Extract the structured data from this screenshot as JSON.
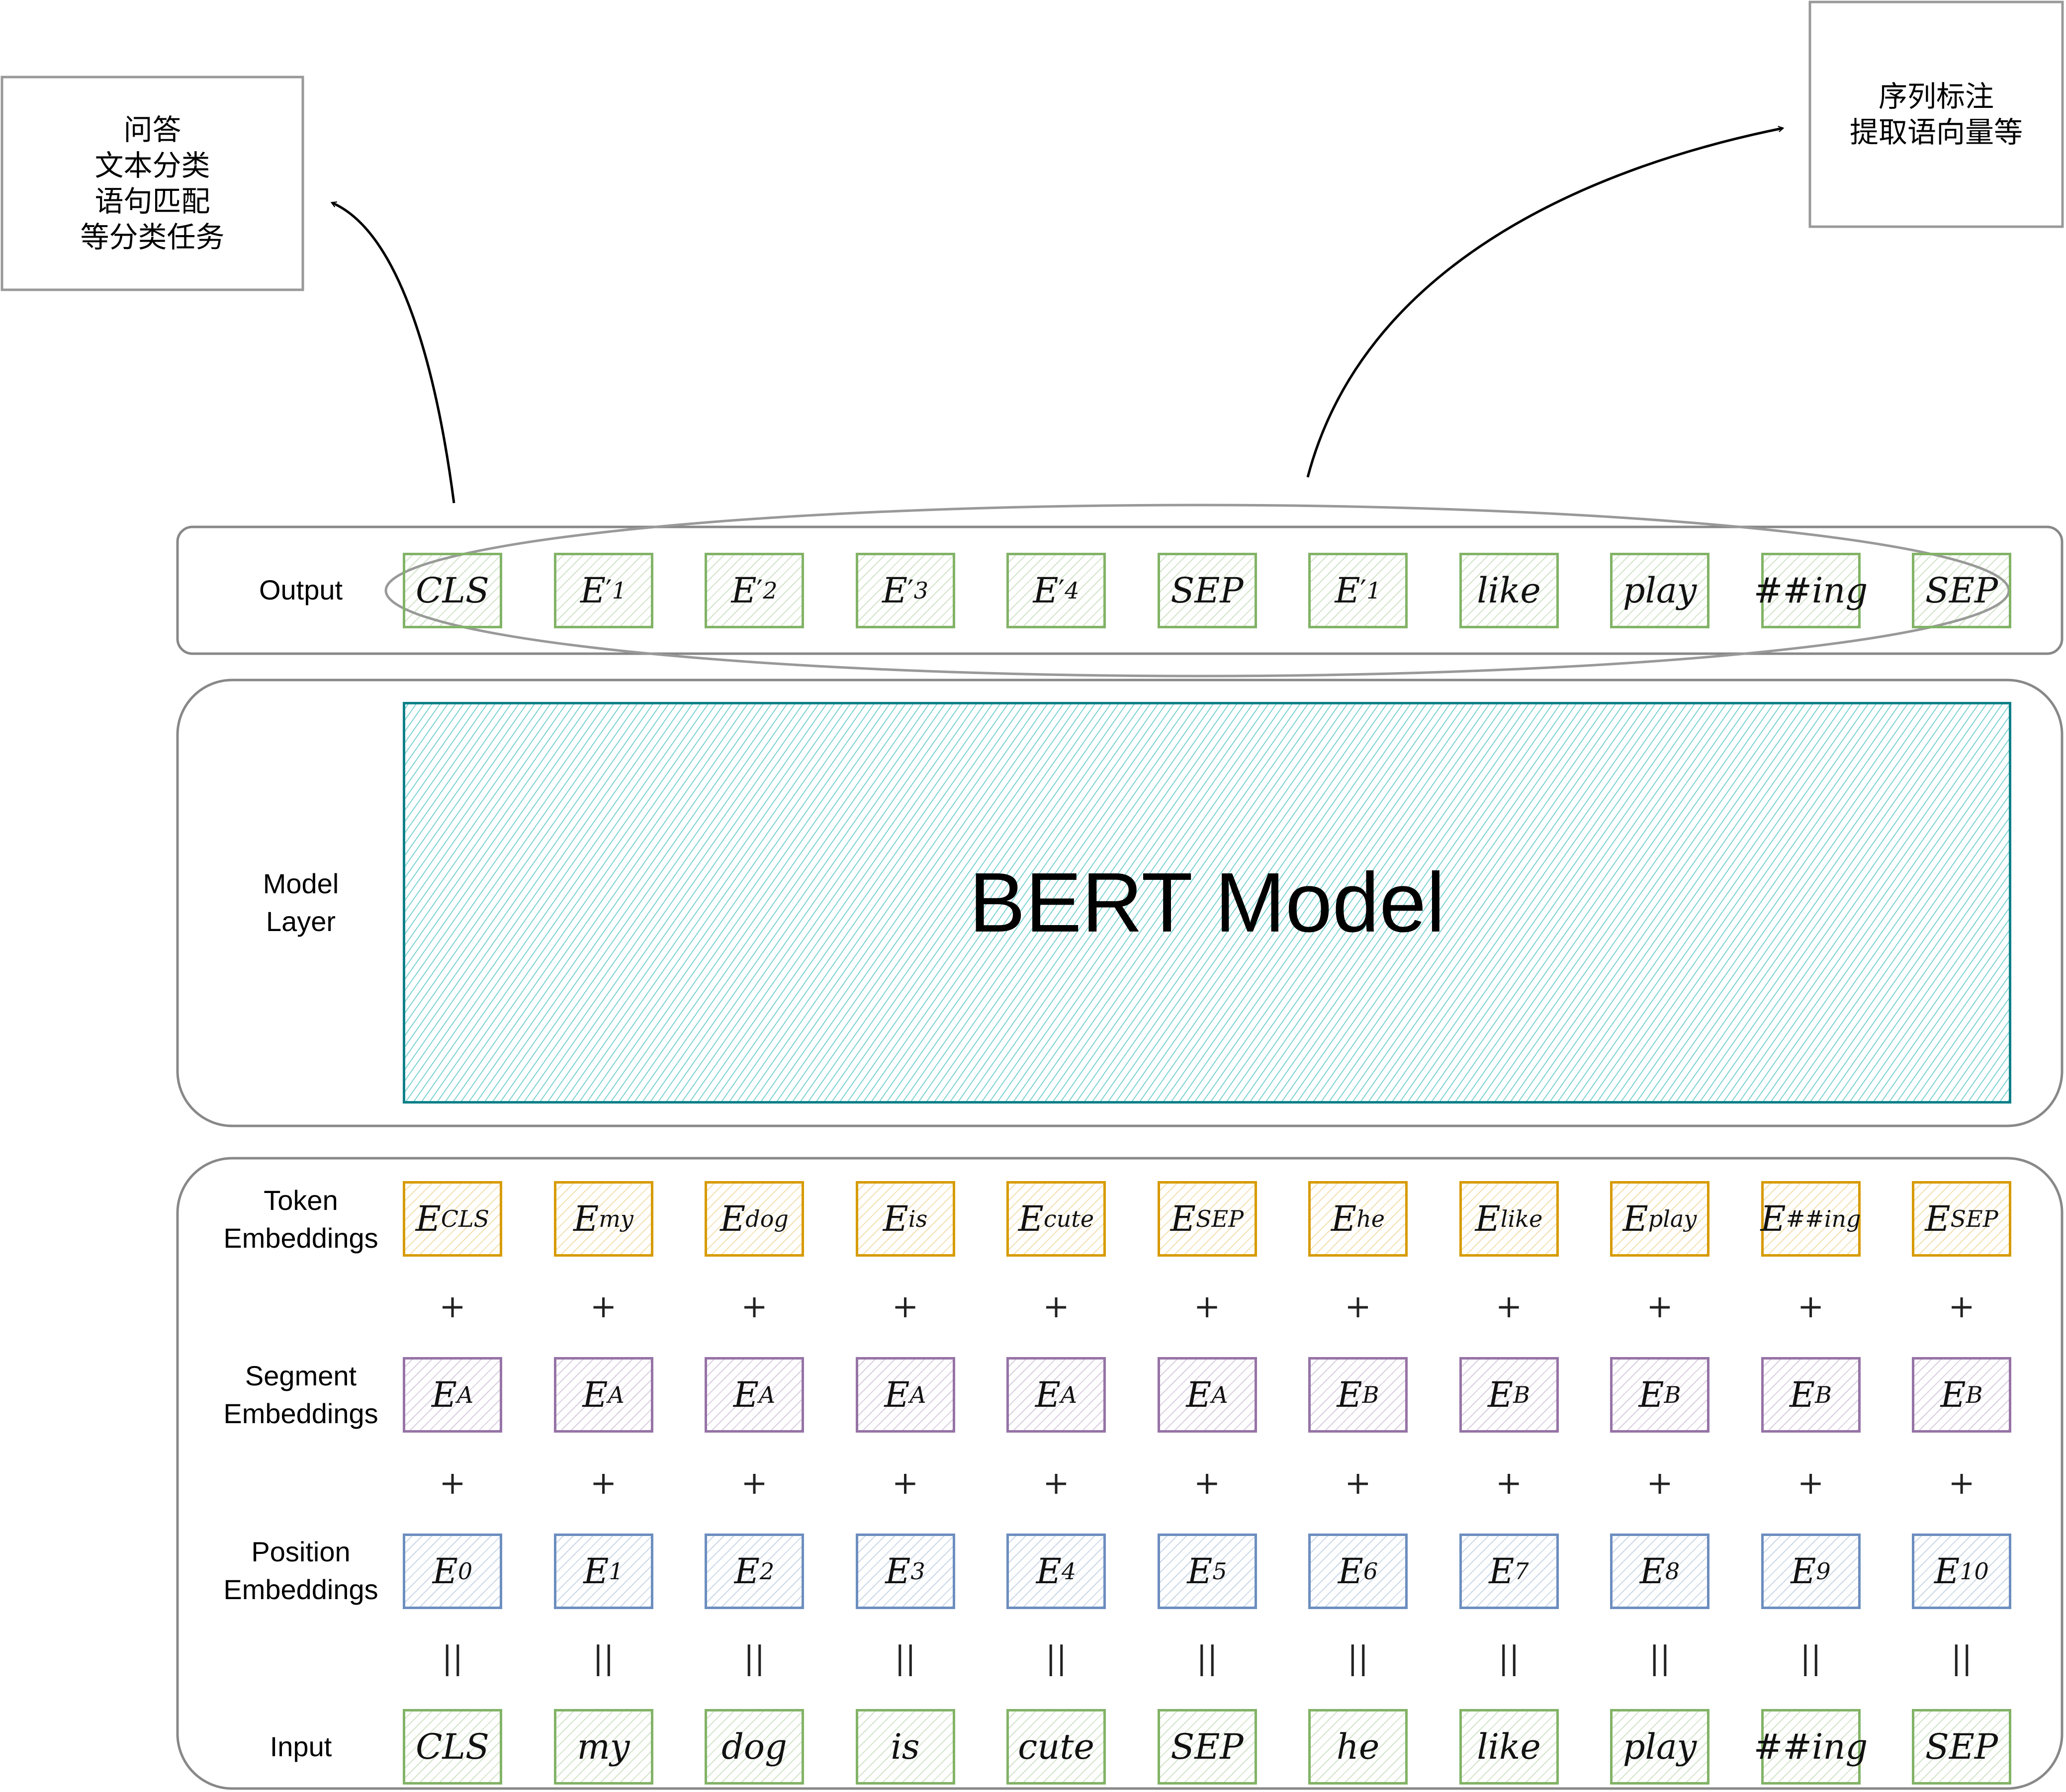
{
  "notes": {
    "left": "问答\n文本分类\n语句匹配\n等分类任务",
    "right": "序列标注\n提取语向量等"
  },
  "rows": {
    "output": "Output",
    "model": "Model\nLayer",
    "token": "Token\nEmbeddings",
    "segment": "Segment\nEmbeddings",
    "position": "Position\nEmbeddings",
    "input": "Input"
  },
  "bert_label": "BERT Model",
  "output_tokens": [
    {
      "base": "CLS"
    },
    {
      "base": "E",
      "prime": "′",
      "sub": "1"
    },
    {
      "base": "E",
      "prime": "′",
      "sub": "2"
    },
    {
      "base": "E",
      "prime": "′",
      "sub": "3"
    },
    {
      "base": "E",
      "prime": "′",
      "sub": "4"
    },
    {
      "base": "SEP"
    },
    {
      "base": "E",
      "prime": "′",
      "sub": "1"
    },
    {
      "base": "like"
    },
    {
      "base": "play"
    },
    {
      "base": "##ing"
    },
    {
      "base": "SEP"
    }
  ],
  "token_embeddings": [
    {
      "base": "E",
      "sub": "CLS"
    },
    {
      "base": "E",
      "sub": "my"
    },
    {
      "base": "E",
      "sub": "dog"
    },
    {
      "base": "E",
      "sub": "is"
    },
    {
      "base": "E",
      "sub": "cute"
    },
    {
      "base": "E",
      "sub": "SEP"
    },
    {
      "base": "E",
      "sub": "he"
    },
    {
      "base": "E",
      "sub": "like"
    },
    {
      "base": "E",
      "sub": "play"
    },
    {
      "base": "E",
      "sub": "##ing"
    },
    {
      "base": "E",
      "sub": "SEP"
    }
  ],
  "segment_embeddings": [
    {
      "base": "E",
      "sub": "A"
    },
    {
      "base": "E",
      "sub": "A"
    },
    {
      "base": "E",
      "sub": "A"
    },
    {
      "base": "E",
      "sub": "A"
    },
    {
      "base": "E",
      "sub": "A"
    },
    {
      "base": "E",
      "sub": "A"
    },
    {
      "base": "E",
      "sub": "B"
    },
    {
      "base": "E",
      "sub": "B"
    },
    {
      "base": "E",
      "sub": "B"
    },
    {
      "base": "E",
      "sub": "B"
    },
    {
      "base": "E",
      "sub": "B"
    }
  ],
  "position_embeddings": [
    {
      "base": "E",
      "sub": "0"
    },
    {
      "base": "E",
      "sub": "1"
    },
    {
      "base": "E",
      "sub": "2"
    },
    {
      "base": "E",
      "sub": "3"
    },
    {
      "base": "E",
      "sub": "4"
    },
    {
      "base": "E",
      "sub": "5"
    },
    {
      "base": "E",
      "sub": "6"
    },
    {
      "base": "E",
      "sub": "7"
    },
    {
      "base": "E",
      "sub": "8"
    },
    {
      "base": "E",
      "sub": "9"
    },
    {
      "base": "E",
      "sub": "10"
    }
  ],
  "input_tokens": [
    {
      "base": "CLS"
    },
    {
      "base": "my"
    },
    {
      "base": "dog"
    },
    {
      "base": "is"
    },
    {
      "base": "cute"
    },
    {
      "base": "SEP"
    },
    {
      "base": "he"
    },
    {
      "base": "like"
    },
    {
      "base": "play"
    },
    {
      "base": "##ing"
    },
    {
      "base": "SEP"
    }
  ],
  "plus_symbol": "+",
  "equals_symbol": "||",
  "colors": {
    "output_border": "#82b366",
    "token_border": "#d79b00",
    "segment_border": "#9673a6",
    "position_border": "#6c8ebf",
    "bert_border": "#0e8088",
    "bert_hatch": "#12afaf"
  }
}
